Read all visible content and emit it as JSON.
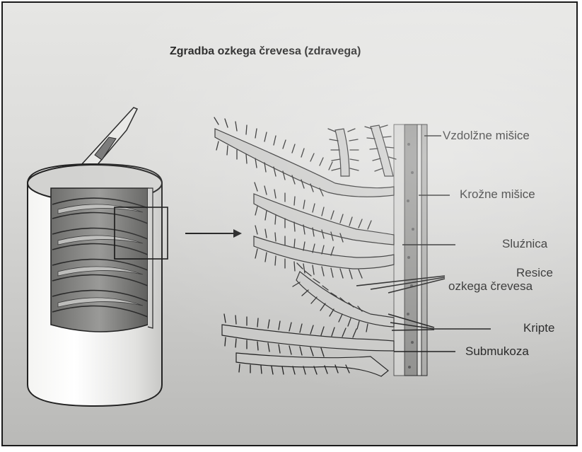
{
  "title": "Zgradba ozkega črevesa (zdravega)",
  "labels": {
    "vzdolzne": "Vzdolžne mišice",
    "krozne": "Krožne mišice",
    "sluznica": "Sluźnica",
    "resice_1": "Resice",
    "resice_2": "ozkega črevesa",
    "kripte": "Kripte",
    "submukoza": "Submukoza"
  },
  "colors": {
    "ink": "#1e1e1e",
    "tissue_fill": "#b8b8b6",
    "muscle_fill": "#8e8e8c"
  },
  "icons": [
    "intestine-tube-illustration",
    "arrow-right-icon",
    "villi-cross-section-illustration"
  ]
}
